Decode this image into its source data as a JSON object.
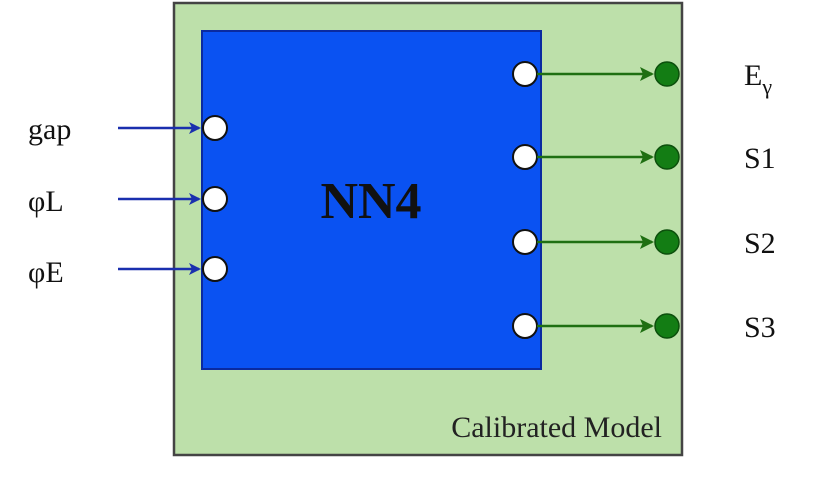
{
  "nn": {
    "title": "NN4"
  },
  "container": {
    "caption": "Calibrated Model"
  },
  "inputs": [
    {
      "label": "gap"
    },
    {
      "label": "φL"
    },
    {
      "label": "φE"
    }
  ],
  "outputs": [
    {
      "label": "E",
      "sub": "γ"
    },
    {
      "label": "S1",
      "sub": ""
    },
    {
      "label": "S2",
      "sub": ""
    },
    {
      "label": "S3",
      "sub": ""
    }
  ],
  "colors": {
    "outer_fill": "#bde0aa",
    "outer_stroke": "#444444",
    "inner_fill": "#0a52f2",
    "inner_stroke": "#0a2aa0",
    "input_arrow": "#1a2fae",
    "output_arrow": "#1f6f12",
    "output_dot": "#137d14",
    "port_fill": "#ffffff"
  }
}
